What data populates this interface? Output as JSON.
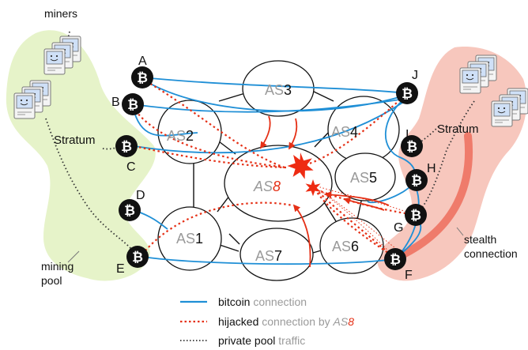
{
  "labels": {
    "miners": "miners",
    "mining_pool_line1": "mining",
    "mining_pool_line2": "pool",
    "stratum_left": "Stratum",
    "stratum_right": "Stratum",
    "stealth_line1": "stealth",
    "stealth_line2": "connection"
  },
  "as_nodes": [
    {
      "id": "AS1",
      "prefix": "AS",
      "num": "1"
    },
    {
      "id": "AS2",
      "prefix": "AS",
      "num": "2"
    },
    {
      "id": "AS3",
      "prefix": "AS",
      "num": "3"
    },
    {
      "id": "AS4",
      "prefix": "AS",
      "num": "4"
    },
    {
      "id": "AS5",
      "prefix": "AS",
      "num": "5"
    },
    {
      "id": "AS6",
      "prefix": "AS",
      "num": "6"
    },
    {
      "id": "AS7",
      "prefix": "AS",
      "num": "7"
    },
    {
      "id": "AS8",
      "prefix": "AS",
      "num": "8"
    }
  ],
  "bitcoin_nodes": [
    "A",
    "B",
    "C",
    "D",
    "E",
    "F",
    "G",
    "H",
    "I",
    "J"
  ],
  "bitcoin_symbol": "₿",
  "legend": {
    "bitcoin_word": "bitcoin",
    "bitcoin_rest": " connection",
    "hijacked_word": "hijacked",
    "hijacked_mid": " connection by ",
    "hijacked_as": "AS",
    "hijacked_as_num": "8",
    "private_word": "private pool",
    "private_rest": " traffic"
  },
  "colors": {
    "bitcoin_connection": "#1f8fd6",
    "hijacked_connection": "#e53016",
    "private_traffic": "#333333",
    "pool_region_left": "#e6f3c9",
    "pool_region_right": "#f7c7bd",
    "stealth_highlight": "#ef7b6b",
    "node_fill": "#111111",
    "star": "#ee2b12"
  }
}
